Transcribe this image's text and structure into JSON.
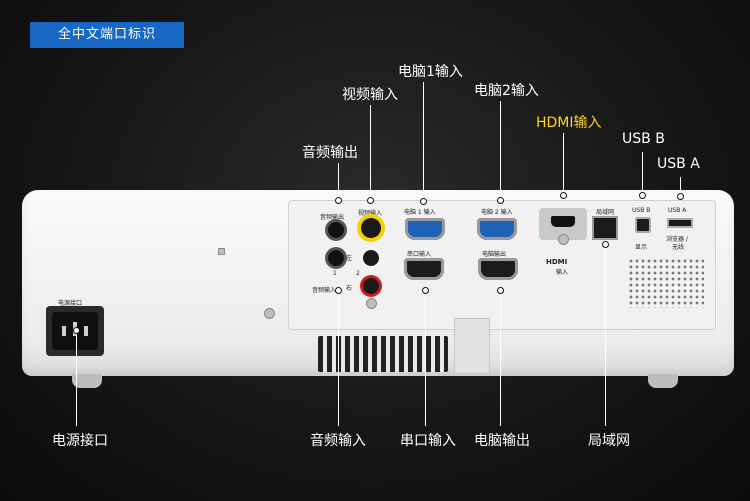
{
  "header": {
    "badge": "全中文端口标识"
  },
  "callouts": {
    "computer_in1": "电脑1输入",
    "video_in": "视频输入",
    "computer_in2": "电脑2输入",
    "audio_out": "音频输出",
    "hdmi_in": "HDMI输入",
    "usb_b": "USB B",
    "usb_a": "USB A",
    "power": "电源接口",
    "audio_in": "音频输入",
    "serial_in": "串口输入",
    "computer_out": "电脑输出",
    "lan": "局域网"
  },
  "panel_labels": {
    "audio_out": "音频输出",
    "video_in": "视频输入",
    "computer1": "电脑 1 输入",
    "computer2": "电脑 2 输入",
    "serial": "串口输入",
    "monitor_out": "电脑输出",
    "left": "左",
    "right": "右",
    "n1": "1",
    "n2": "2",
    "audio_in": "音频输入",
    "hdmi": "HDMI",
    "hdmi_in": "输入",
    "lan": "局域网",
    "usb_b": "USB B",
    "usb_a": "USB A",
    "display": "显示",
    "browser": "浏览器 /",
    "wireless": "无线",
    "power": "电源接口"
  },
  "colors": {
    "accent": "#1668c4",
    "highlight": "#ffd21f",
    "vga_blue": "#1f63b8"
  }
}
